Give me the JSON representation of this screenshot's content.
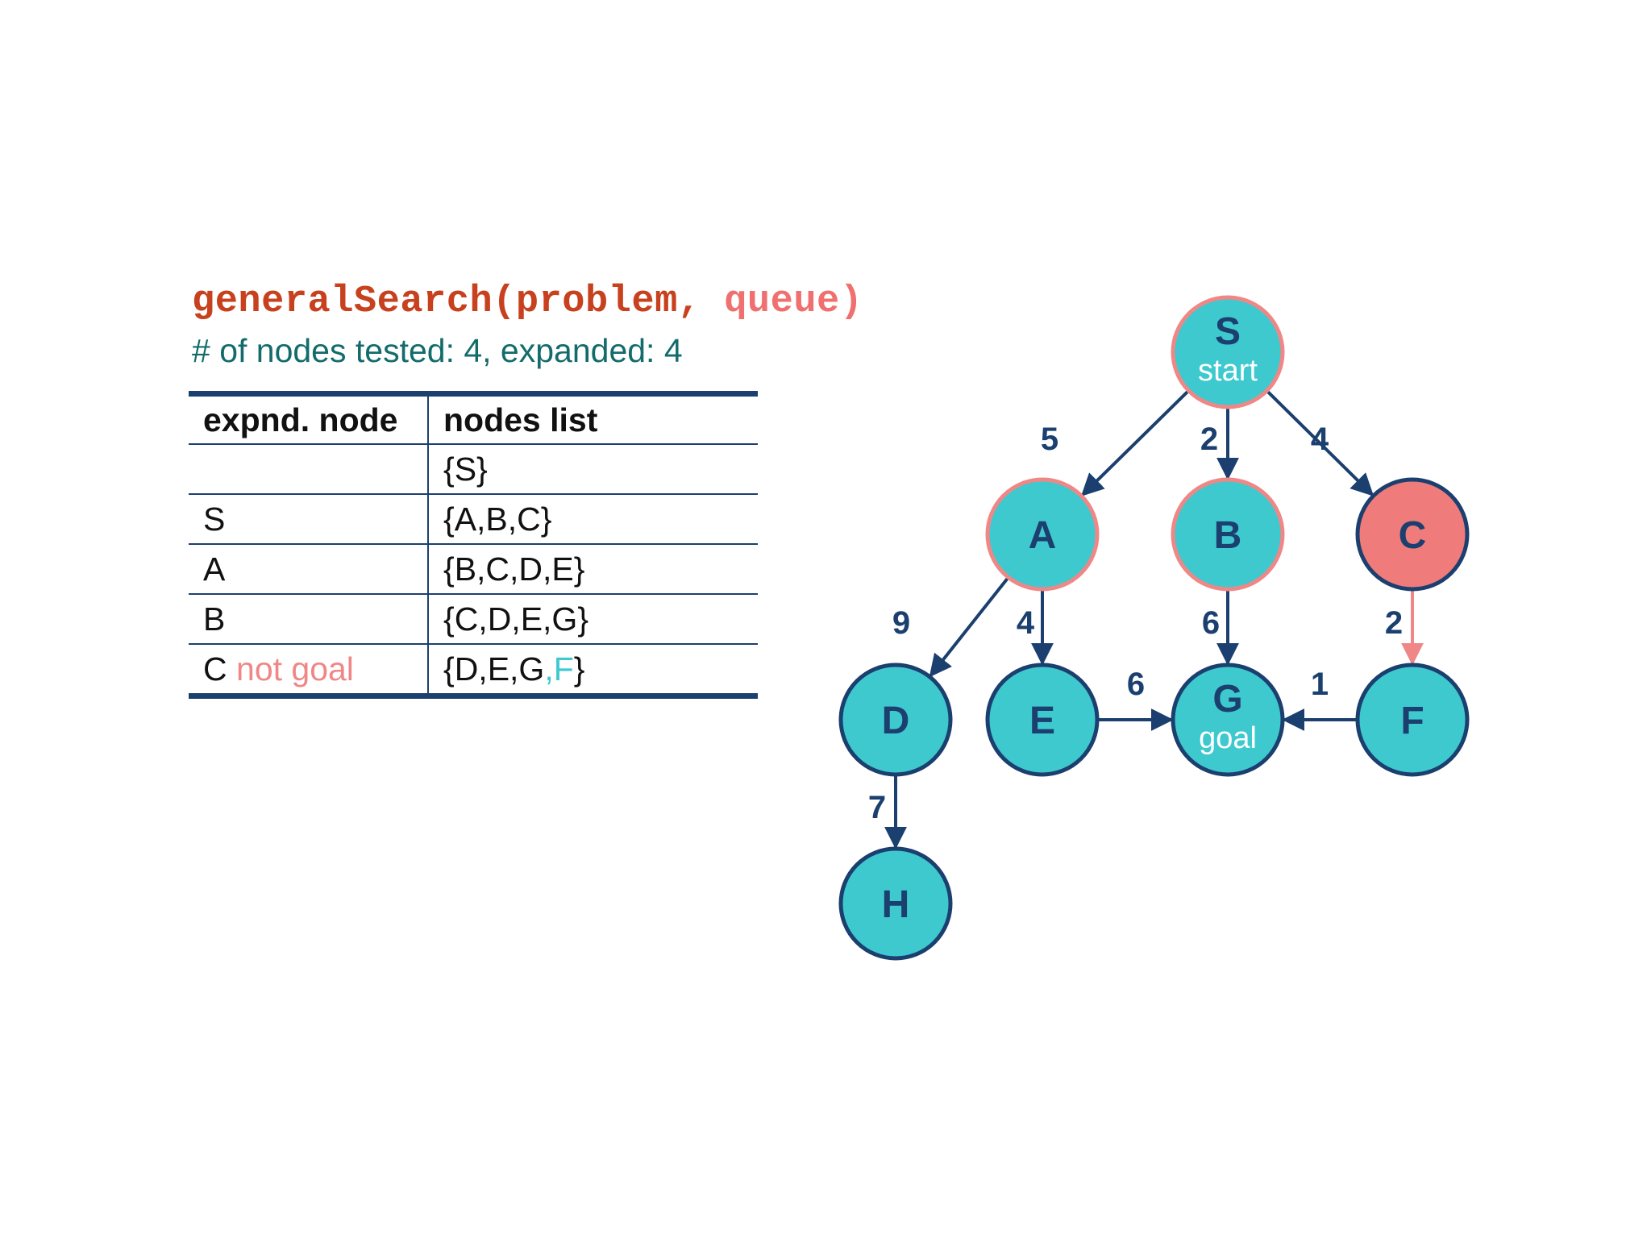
{
  "header": {
    "code_fn": "generalSearch(problem, ",
    "code_arg": "queue)",
    "subtitle": "# of nodes tested: 4, expanded: 4"
  },
  "table": {
    "headers": [
      "expnd. node",
      "nodes list"
    ],
    "rows": [
      {
        "node": "",
        "note": "",
        "list_prefix": "{S}",
        "list_new": "",
        "list_suffix": ""
      },
      {
        "node": "S",
        "note": "",
        "list_prefix": "{A,B,C}",
        "list_new": "",
        "list_suffix": ""
      },
      {
        "node": "A",
        "note": "",
        "list_prefix": "{B,C,D,E}",
        "list_new": "",
        "list_suffix": ""
      },
      {
        "node": "B",
        "note": "",
        "list_prefix": "{C,D,E,G}",
        "list_new": "",
        "list_suffix": ""
      },
      {
        "node": "C",
        "note": "not goal",
        "list_prefix": "{D,E,G",
        "list_new": ",F",
        "list_suffix": "}"
      }
    ]
  },
  "colors": {
    "node_fill": "#3ec9cf",
    "node_border": "#1b3f6e",
    "visited_border": "#f08787",
    "current_fill": "#f07b7b",
    "edge": "#1b3f6e",
    "active_edge": "#f08787",
    "code_fn": "#c8411f",
    "code_arg": "#f07070",
    "subtitle": "#136b6b"
  },
  "graph": {
    "nodes": [
      {
        "id": "S",
        "label": "S",
        "sub": "start",
        "state": "visited"
      },
      {
        "id": "A",
        "label": "A",
        "sub": "",
        "state": "visited"
      },
      {
        "id": "B",
        "label": "B",
        "sub": "",
        "state": "visited"
      },
      {
        "id": "C",
        "label": "C",
        "sub": "",
        "state": "current"
      },
      {
        "id": "D",
        "label": "D",
        "sub": "",
        "state": "default"
      },
      {
        "id": "E",
        "label": "E",
        "sub": "",
        "state": "default"
      },
      {
        "id": "G",
        "label": "G",
        "sub": "goal",
        "state": "default"
      },
      {
        "id": "F",
        "label": "F",
        "sub": "",
        "state": "default"
      },
      {
        "id": "H",
        "label": "H",
        "sub": "",
        "state": "default"
      }
    ],
    "edges": [
      {
        "from": "S",
        "to": "A",
        "weight": "5",
        "active": false
      },
      {
        "from": "S",
        "to": "B",
        "weight": "2",
        "active": false
      },
      {
        "from": "S",
        "to": "C",
        "weight": "4",
        "active": false
      },
      {
        "from": "A",
        "to": "D",
        "weight": "9",
        "active": false
      },
      {
        "from": "A",
        "to": "E",
        "weight": "4",
        "active": false
      },
      {
        "from": "B",
        "to": "G",
        "weight": "6",
        "active": false
      },
      {
        "from": "C",
        "to": "F",
        "weight": "2",
        "active": true
      },
      {
        "from": "E",
        "to": "G",
        "weight": "6",
        "active": false
      },
      {
        "from": "F",
        "to": "G",
        "weight": "1",
        "active": false
      },
      {
        "from": "D",
        "to": "H",
        "weight": "7",
        "active": false
      }
    ]
  }
}
